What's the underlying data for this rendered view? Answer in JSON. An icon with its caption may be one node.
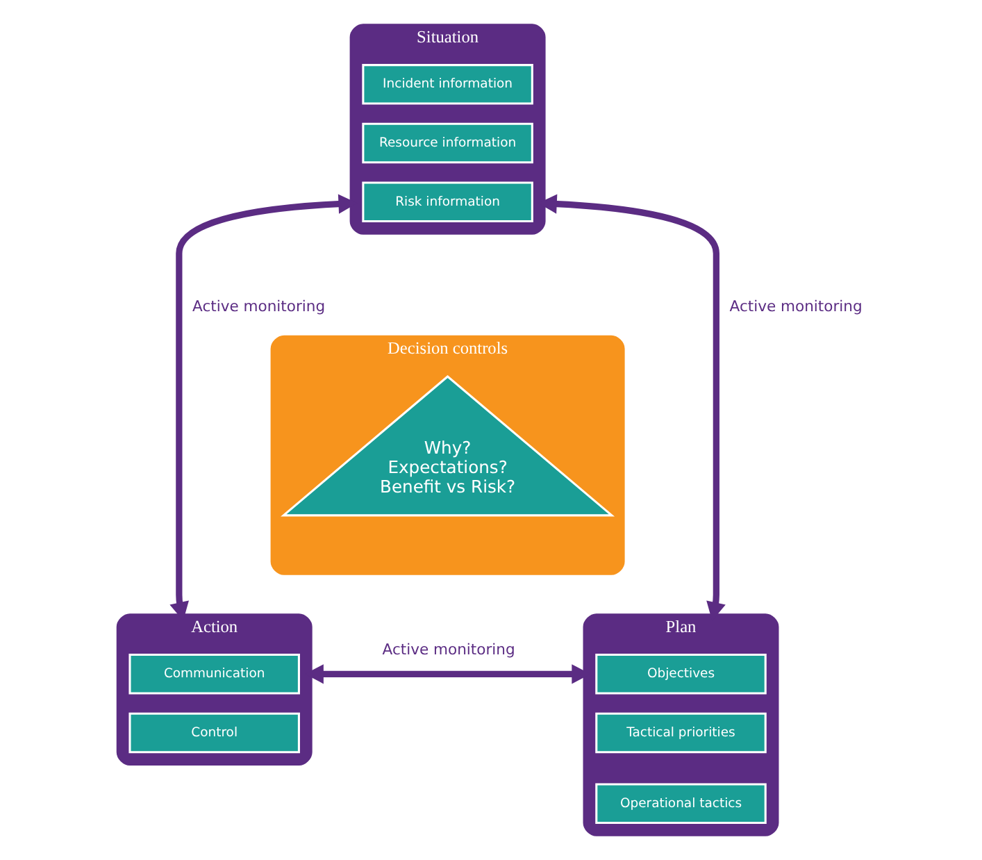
{
  "diagram": {
    "nodes": [
      {
        "text": [
          "Situation"
        ]
      },
      {
        "text": [
          "Incident information"
        ],
        "in": 0
      },
      {
        "text": [
          "Resource information"
        ],
        "in": 0
      },
      {
        "text": [
          "Risk information"
        ],
        "in": 0
      },
      {
        "text": [
          "Decision controls"
        ]
      },
      {
        "text": [
          "Why?",
          "Expectations?",
          "Benefit vs Risk?"
        ],
        "in": 4
      },
      {
        "text": [
          "Action"
        ]
      },
      {
        "text": [
          "Communication"
        ],
        "in": 6
      },
      {
        "text": [
          "Control"
        ],
        "in": 6
      },
      {
        "text": [
          "Plan"
        ]
      },
      {
        "text": [
          "Objectives"
        ],
        "in": 9
      },
      {
        "text": [
          "Tactical priorities"
        ],
        "in": 9
      },
      {
        "text": [
          "Operational tactics"
        ],
        "in": 9
      }
    ],
    "edges": [
      {
        "from": 0,
        "to": 6,
        "arrow": "both",
        "label": "Active monitoring"
      },
      {
        "from": 0,
        "to": 9,
        "arrow": "both",
        "label": "Active monitoring"
      },
      {
        "from": 6,
        "to": 9,
        "arrow": "both",
        "label": "Active monitoring"
      }
    ]
  }
}
